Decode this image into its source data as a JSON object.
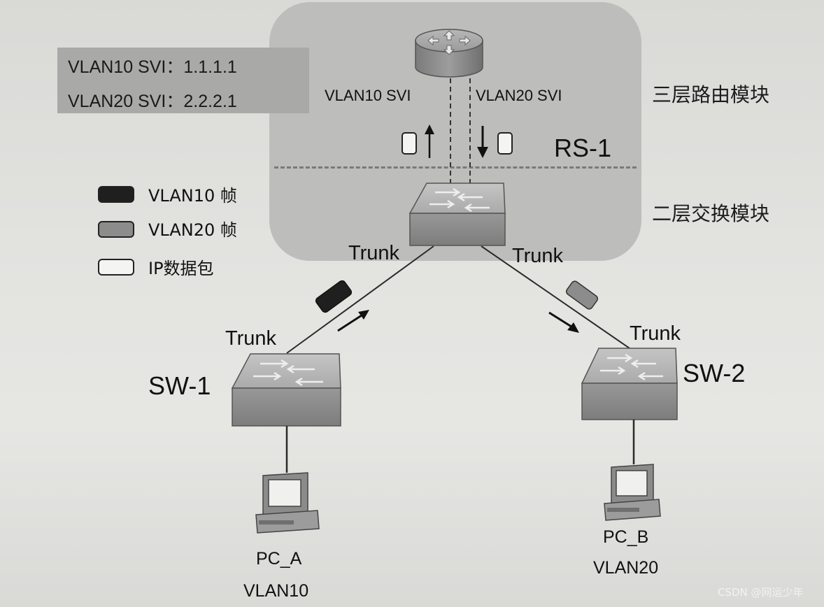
{
  "svi_info": {
    "line1": "VLAN10 SVI：1.1.1.1",
    "line2": "VLAN20 SVI：2.2.2.1"
  },
  "router": {
    "svi_left_label": "VLAN10 SVI",
    "svi_right_label": "VLAN20 SVI",
    "device_name": "RS-1"
  },
  "modules": {
    "l3_label": "三层路由模块",
    "l2_label": "二层交换模块"
  },
  "legend": {
    "items": [
      {
        "label": "VLAN10 帧",
        "color": "#1f1f1f"
      },
      {
        "label": "VLAN20 帧",
        "color": "#8c8c8c"
      },
      {
        "label": "IP数据包",
        "color": "#f4f4f2"
      }
    ]
  },
  "links": {
    "rs_to_sw1": "Trunk",
    "rs_to_sw2": "Trunk",
    "sw1_uplink": "Trunk",
    "sw2_uplink": "Trunk"
  },
  "switches": {
    "sw1": "SW-1",
    "sw2": "SW-2"
  },
  "hosts": {
    "pc_a_name": "PC_A",
    "pc_a_vlan": "VLAN10",
    "pc_b_name": "PC_B",
    "pc_b_vlan": "VLAN20"
  },
  "watermark": "CSDN @网运少年",
  "colors": {
    "panel": "#bdbdbc",
    "svi_box": "#a9a9a8",
    "switch_top": "#b9bab9",
    "switch_front": "#8f9090"
  }
}
